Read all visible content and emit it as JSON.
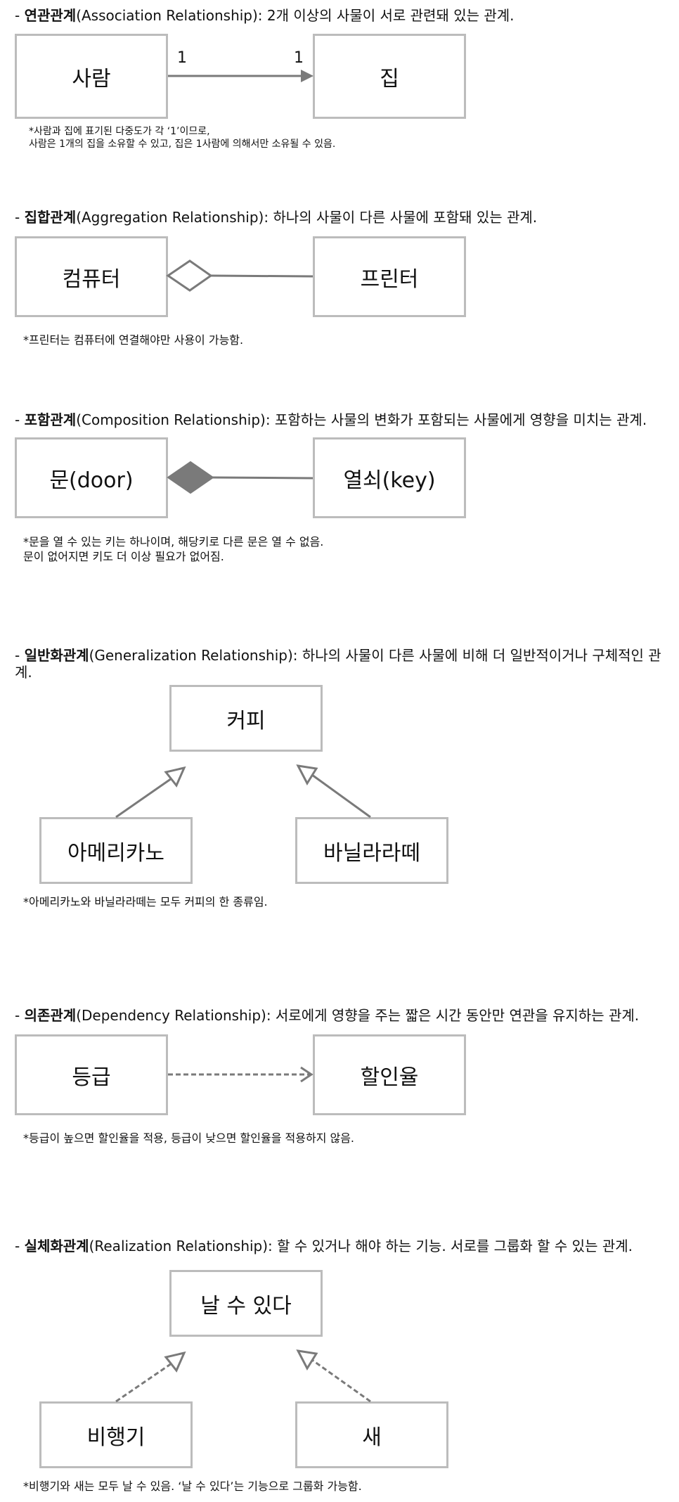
{
  "sections": {
    "association": {
      "prefix": "- ",
      "name": "연관관계",
      "desc": "(Association Relationship): 2개 이상의 사물이 서로 관련돼 있는 관계.",
      "left": "사람",
      "right": "집",
      "mult_left": "1",
      "mult_right": "1",
      "note": "*사람과 집에 표기된 다중도가 각 ‘1’이므로,\n사람은 1개의 집을 소유할 수 있고, 집은 1사람에 의해서만 소유될 수 있음."
    },
    "aggregation": {
      "prefix": "- ",
      "name": "집합관계",
      "desc": "(Aggregation Relationship): 하나의 사물이 다른 사물에 포함돼 있는 관계.",
      "left": "컴퓨터",
      "right": "프린터",
      "note": "*프린터는 컴퓨터에 연결해야만 사용이 가능함."
    },
    "composition": {
      "prefix": "- ",
      "name": "포함관계",
      "desc": "(Composition Relationship): 포함하는 사물의 변화가 포함되는 사물에게 영향을 미치는 관계.",
      "left": "문(door)",
      "right": "열쇠(key)",
      "note": "*문을 열 수 있는 키는 하나이며, 해당키로 다른 문은 열 수 없음.\n문이 없어지면 키도 더 이상 필요가 없어짐."
    },
    "generalization": {
      "prefix": "- ",
      "name": "일반화관계",
      "desc": "(Generalization Relationship): 하나의 사물이 다른 사물에 비해 더 일반적이거나 구체적인 관계.",
      "parent": "커피",
      "child_left": "아메리카노",
      "child_right": "바닐라라떼",
      "note": "*아메리카노와 바닐라라떼는 모두 커피의 한 종류임."
    },
    "dependency": {
      "prefix": "- ",
      "name": "의존관계",
      "desc": "(Dependency Relationship): 서로에게 영향을 주는 짧은 시간 동안만 연관을 유지하는 관계.",
      "left": "등급",
      "right": "할인율",
      "note": "*등급이 높으면 할인율을 적용, 등급이 낮으면 할인율을 적용하지 않음."
    },
    "realization": {
      "prefix": "- ",
      "name": "실체화관계",
      "desc": "(Realization Relationship): 할 수 있거나 해야 하는 기능. 서로를 그룹화 할 수 있는 관계.",
      "parent": "날 수 있다",
      "child_left": "비행기",
      "child_right": "새",
      "note": "*비행기와 새는 모두 날 수 있음. ‘날 수 있다’는 기능으로 그룹화 가능함."
    }
  },
  "colors": {
    "box_border": "#bcbcbc",
    "line": "#7a7a7a",
    "text": "#111111"
  }
}
